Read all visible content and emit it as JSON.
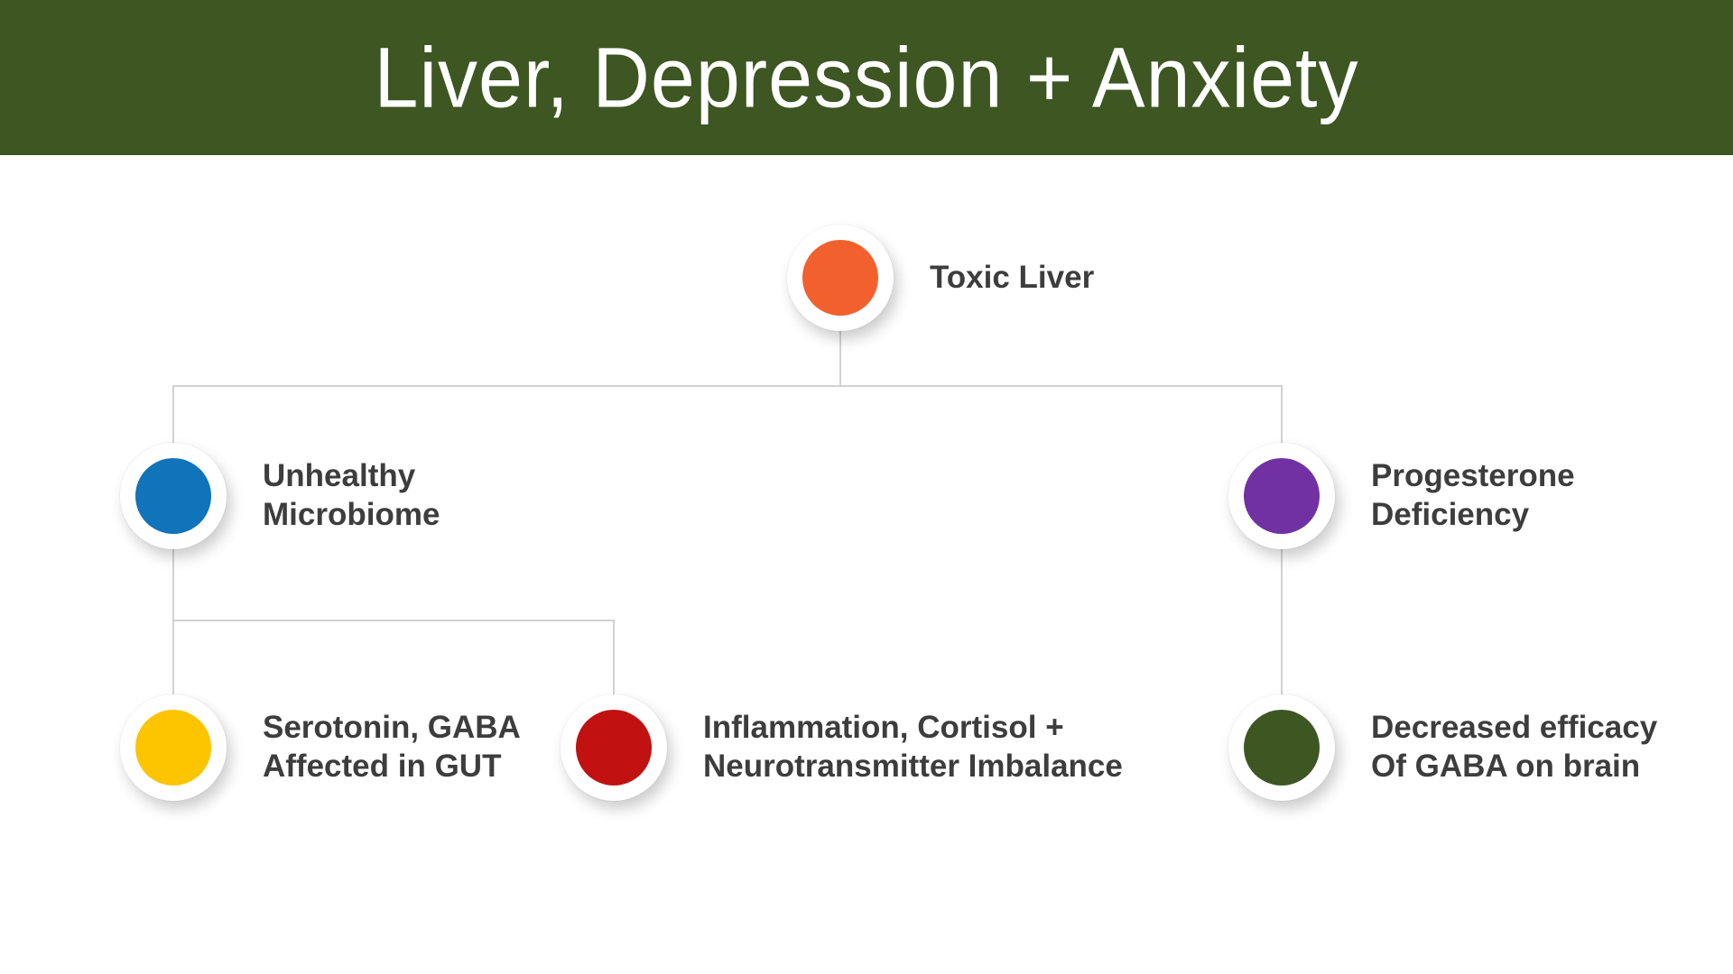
{
  "header": {
    "title": "Liver, Depression + Anxiety",
    "background": "#3d5622"
  },
  "connector_color": "#d2d2d2",
  "nodes": {
    "toxic_liver": {
      "line1": "Toxic Liver",
      "line2": "",
      "color": "#f2612d"
    },
    "unhealthy_microbiome": {
      "line1": "Unhealthy",
      "line2": "Microbiome",
      "color": "#1173b9"
    },
    "progesterone": {
      "line1": "Progesterone",
      "line2": "Deficiency",
      "color": "#7231a2"
    },
    "serotonin_gaba": {
      "line1": "Serotonin, GABA",
      "line2": "Affected in GUT",
      "color": "#fdc400"
    },
    "inflammation": {
      "line1": "Inflammation, Cortisol +",
      "line2": "Neurotransmitter Imbalance",
      "color": "#c11111"
    },
    "gaba_brain": {
      "line1": "Decreased efficacy",
      "line2": "Of GABA on brain",
      "color": "#3e5722"
    }
  }
}
